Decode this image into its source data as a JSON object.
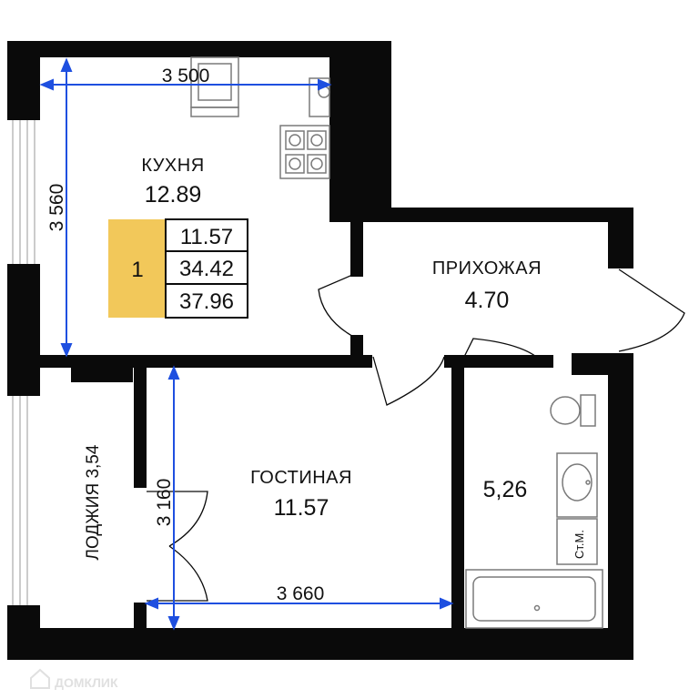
{
  "colors": {
    "wall": "#0a0a0a",
    "dimension": "#1e4fe0",
    "badge": "#f2c85a",
    "fixture": "#9a9a9a"
  },
  "dimensions": {
    "kitchen_width": "3 500",
    "kitchen_length": "3 560",
    "living_length": "3 160",
    "living_width": "3 660"
  },
  "rooms": {
    "kitchen": {
      "name": "КУХНЯ",
      "area": "12.89"
    },
    "hallway": {
      "name": "ПРИХОЖАЯ",
      "area": "4.70"
    },
    "living": {
      "name": "ГОСТИНАЯ",
      "area": "11.57"
    },
    "bathroom": {
      "area": "5,26"
    },
    "loggia": {
      "label": "ЛОДЖИЯ 3,54"
    }
  },
  "summary": {
    "rooms_count": "1",
    "living_area": "11.57",
    "total_area": "34.42",
    "total_with_loggia": "37.96"
  },
  "fixtures": {
    "washing_machine_label": "Ст.М."
  },
  "watermark": {
    "text": "ДОМКЛИК",
    "icon": "domclick-logo-icon"
  }
}
